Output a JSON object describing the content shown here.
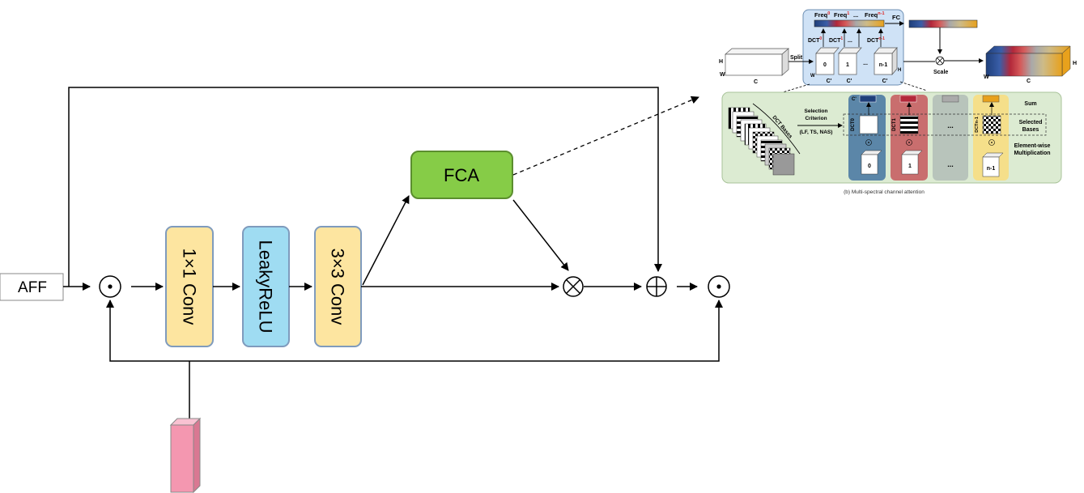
{
  "main": {
    "input_label": "AFF",
    "conv1_label": "1×1 Conv",
    "relu_label": "LeakyReLU",
    "conv3_label": "3×3 Conv",
    "fca_label": "FCA",
    "colors": {
      "conv_fill": "#fde5a0",
      "conv_stroke": "#7f9bbd",
      "relu_fill": "#9fdcf2",
      "fca_fill": "#86cc47",
      "fca_stroke": "#5b8e2e",
      "pink_block": "#f497b0",
      "line": "#000000"
    },
    "operators": {
      "dot": "⊙",
      "multiply": "⊗",
      "add": "⊕"
    }
  },
  "inset": {
    "top": {
      "freq_labels": [
        "Freq",
        "Freq",
        "Freq"
      ],
      "freq_sup": [
        "0",
        "1",
        "n-1"
      ],
      "dct_labels": [
        "DCT",
        "DCT",
        "DCT"
      ],
      "dct_sup": [
        "0",
        "1",
        "n-1"
      ],
      "ellipsis": "...",
      "fc_label": "FC",
      "split_label": "Split",
      "scale_label": "Scale",
      "h_label": "H",
      "w_label": "W",
      "c_label": "C",
      "c_prime": "C'",
      "cube_labels": [
        "0",
        "1",
        "n-1"
      ]
    },
    "bottom": {
      "dct_bases_label": "DCT Bases",
      "selection_criterion": [
        "Selection",
        "Criterion",
        "(LF, TS, NAS)"
      ],
      "sum_label": "Sum",
      "selected_bases": [
        "Selected",
        "Bases"
      ],
      "elementwise": [
        "Element-wise",
        "Multiplication"
      ],
      "c_prime": "C'",
      "dct_col_labels": [
        "DCT0",
        "DCT1",
        "DCTn-1"
      ],
      "cube_labels": [
        "0",
        "1",
        "...",
        "n-1"
      ],
      "caption": "(b) Multi-spectral channel attention",
      "colors": {
        "panel": "#dcebd2",
        "col_blue": "#5b86a8",
        "col_red": "#c96e6e",
        "col_gray": "#b8c4bb",
        "col_yellow": "#f5df8a",
        "top_panel": "#cfe2f6"
      }
    }
  }
}
